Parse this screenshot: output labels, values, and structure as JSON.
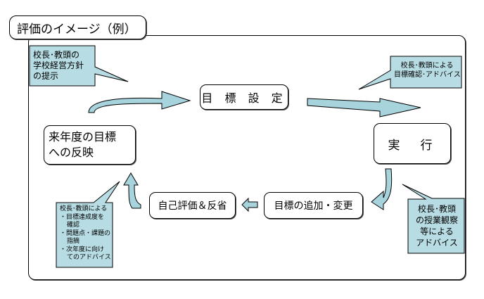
{
  "title": "評価のイメージ（例）",
  "colors": {
    "callout_fill": "#b8dce3",
    "arrow_fill": "#a7d3dc",
    "stroke": "#000000"
  },
  "nodes": {
    "goal_setting": "目 標 設 定",
    "execution": "実　行",
    "next_year": [
      "来年度の目標",
      "への反映"
    ],
    "add_change": "目標の追加・変更",
    "self_eval": "自己評価＆反省"
  },
  "callouts": {
    "principal_policy": [
      "校長･教頭の",
      "学校経営方針",
      "の提示"
    ],
    "goal_confirm": [
      "校長･教頭による",
      "目標確認･アドバイス"
    ],
    "lesson_observation": [
      "校長･教頭",
      "の授業観察",
      "等による",
      "アドバイス"
    ],
    "evaluation": [
      "校長･教頭による",
      "・目標達成度を",
      "確認",
      "・問題点・課題の",
      "指摘",
      "・次年度に向け",
      "てのアドバイス"
    ]
  }
}
